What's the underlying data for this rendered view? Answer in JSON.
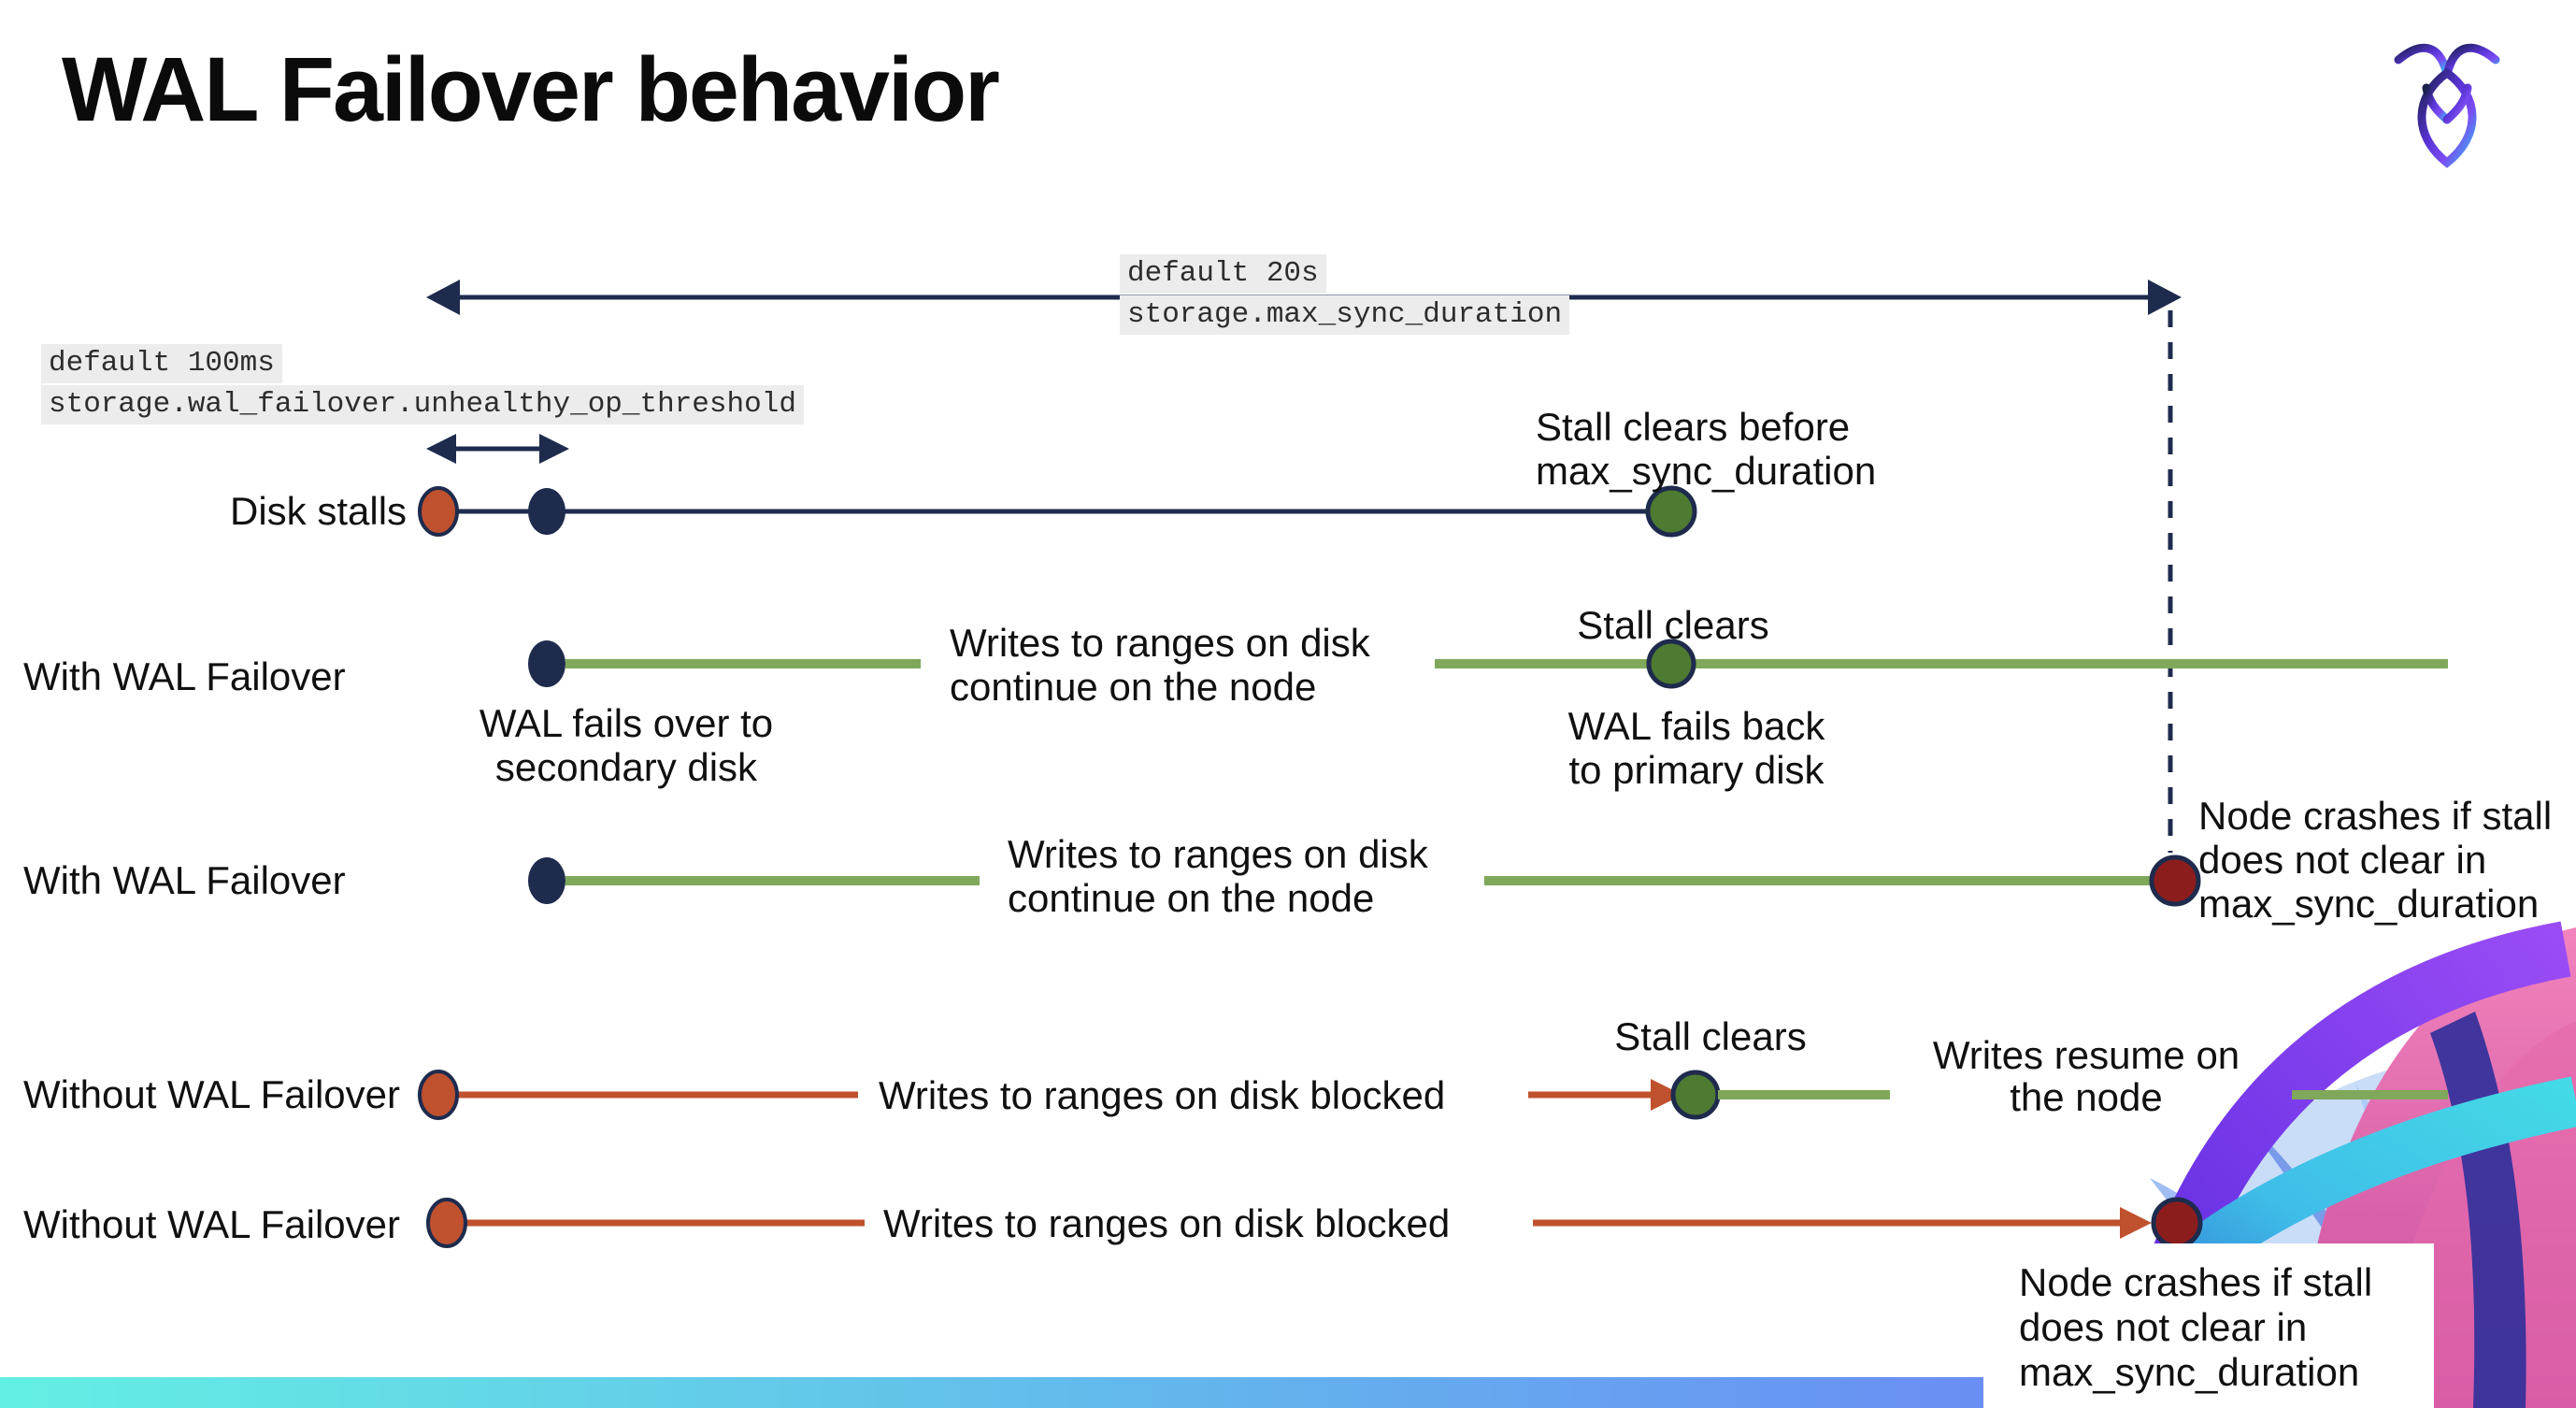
{
  "title": "WAL Failover behavior",
  "brand": {
    "logo_icon": "cockroachdb-logo-icon"
  },
  "settings": {
    "max_sync_duration": {
      "default": "default 20s",
      "name": "storage.max_sync_duration"
    },
    "unhealthy_op_threshold": {
      "default": "default 100ms",
      "name": "storage.wal_failover.unhealthy_op_threshold"
    }
  },
  "rows": {
    "disk_stalls": {
      "label": "Disk stalls",
      "stall_clears_note": "Stall clears before\nmax_sync_duration"
    },
    "with_wal_failover_clears": {
      "label": "With WAL Failover",
      "failover_note": "WAL fails over to\nsecondary disk",
      "writes_note": "Writes to ranges on disk\ncontinue on the node",
      "stall_clears_note": "Stall clears",
      "failback_note": "WAL fails  back\nto primary disk"
    },
    "with_wal_failover_crash": {
      "label": "With WAL Failover",
      "writes_note": "Writes to ranges on disk\ncontinue on the node",
      "crash_note": "Node crashes if stall\ndoes not clear in\nmax_sync_duration"
    },
    "without_wal_failover_clears": {
      "label": "Without WAL Failover",
      "blocked_note": "Writes to ranges on disk  blocked",
      "stall_clears_note": "Stall clears",
      "resume_note": "Writes resume on\nthe node"
    },
    "without_wal_failover_crash": {
      "label": "Without WAL Failover",
      "blocked_note": "Writes to ranges on disk  blocked",
      "crash_note": "Node crashes if stall\ndoes not clear in\nmax_sync_duration"
    }
  },
  "colors": {
    "navy": "#1E2B4D",
    "timeline_green": "#7FA85A",
    "event_green": "#4E7B31",
    "stall_red": "#C0512F",
    "crash_red": "#8C1D1D",
    "code_bg": "#ECECEC",
    "footer_gradient_start": "#63EFE3",
    "footer_gradient_mid": "#6A8DF4",
    "footer_gradient_end": "#6F4FF0"
  }
}
